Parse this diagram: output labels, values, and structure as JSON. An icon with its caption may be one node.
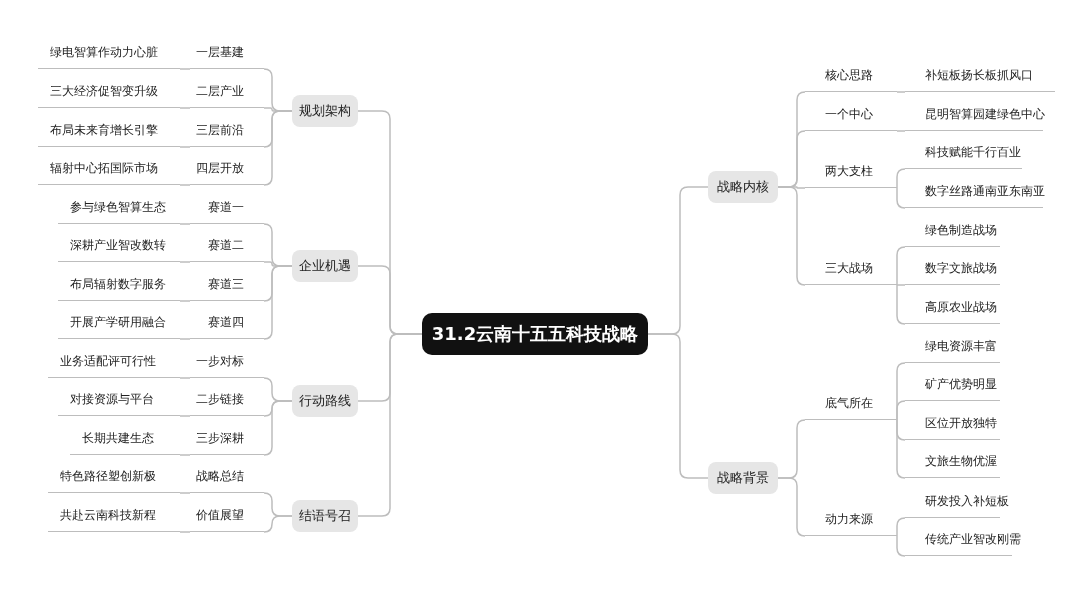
{
  "diagram": {
    "nodes": [
      {
        "text": [
          "31.2云南十五五科技战略"
        ]
      },
      {
        "text": [
          "规划架构"
        ]
      },
      {
        "text": [
          "一层基建"
        ]
      },
      {
        "text": [
          "绿电智算作动力心脏"
        ]
      },
      {
        "text": [
          "二层产业"
        ]
      },
      {
        "text": [
          "三大经济促智变升级"
        ]
      },
      {
        "text": [
          "三层前沿"
        ]
      },
      {
        "text": [
          "布局未来育增长引擎"
        ]
      },
      {
        "text": [
          "四层开放"
        ]
      },
      {
        "text": [
          "辐射中心拓国际市场"
        ]
      },
      {
        "text": [
          "企业机遇"
        ]
      },
      {
        "text": [
          "赛道一"
        ]
      },
      {
        "text": [
          "参与绿色智算生态"
        ]
      },
      {
        "text": [
          "赛道二"
        ]
      },
      {
        "text": [
          "深耕产业智改数转"
        ]
      },
      {
        "text": [
          "赛道三"
        ]
      },
      {
        "text": [
          "布局辐射数字服务"
        ]
      },
      {
        "text": [
          "赛道四"
        ]
      },
      {
        "text": [
          "开展产学研用融合"
        ]
      },
      {
        "text": [
          "行动路线"
        ]
      },
      {
        "text": [
          "一步对标"
        ]
      },
      {
        "text": [
          "业务适配评可行性"
        ]
      },
      {
        "text": [
          "二步链接"
        ]
      },
      {
        "text": [
          "对接资源与平台"
        ]
      },
      {
        "text": [
          "三步深耕"
        ]
      },
      {
        "text": [
          "长期共建生态"
        ]
      },
      {
        "text": [
          "结语号召"
        ]
      },
      {
        "text": [
          "战略总结"
        ]
      },
      {
        "text": [
          "特色路径塑创新极"
        ]
      },
      {
        "text": [
          "价值展望"
        ]
      },
      {
        "text": [
          "共赴云南科技新程"
        ]
      },
      {
        "text": [
          "战略内核"
        ]
      },
      {
        "text": [
          "核心思路"
        ]
      },
      {
        "text": [
          "补短板扬长板抓风口"
        ]
      },
      {
        "text": [
          "一个中心"
        ]
      },
      {
        "text": [
          "昆明智算园建绿色中心"
        ]
      },
      {
        "text": [
          "两大支柱"
        ]
      },
      {
        "text": [
          "科技赋能千行百业"
        ]
      },
      {
        "text": [
          "数字丝路通南亚东南亚"
        ]
      },
      {
        "text": [
          "三大战场"
        ]
      },
      {
        "text": [
          "绿色制造战场"
        ]
      },
      {
        "text": [
          "数字文旅战场"
        ]
      },
      {
        "text": [
          "高原农业战场"
        ]
      },
      {
        "text": [
          "战略背景"
        ]
      },
      {
        "text": [
          "底气所在"
        ]
      },
      {
        "text": [
          "绿电资源丰富"
        ]
      },
      {
        "text": [
          "矿产优势明显"
        ]
      },
      {
        "text": [
          "区位开放独特"
        ]
      },
      {
        "text": [
          "文旅生物优渥"
        ]
      },
      {
        "text": [
          "动力来源"
        ]
      },
      {
        "text": [
          "研发投入补短板"
        ]
      },
      {
        "text": [
          "传统产业智改刚需"
        ]
      }
    ],
    "edges": [
      {
        "from": 0,
        "to": 1,
        "arrow": "none"
      },
      {
        "from": 1,
        "to": 2,
        "arrow": "none"
      },
      {
        "from": 2,
        "to": 3,
        "arrow": "none"
      },
      {
        "from": 1,
        "to": 4,
        "arrow": "none"
      },
      {
        "from": 4,
        "to": 5,
        "arrow": "none"
      },
      {
        "from": 1,
        "to": 6,
        "arrow": "none"
      },
      {
        "from": 6,
        "to": 7,
        "arrow": "none"
      },
      {
        "from": 1,
        "to": 8,
        "arrow": "none"
      },
      {
        "from": 8,
        "to": 9,
        "arrow": "none"
      },
      {
        "from": 0,
        "to": 10,
        "arrow": "none"
      },
      {
        "from": 10,
        "to": 11,
        "arrow": "none"
      },
      {
        "from": 11,
        "to": 12,
        "arrow": "none"
      },
      {
        "from": 10,
        "to": 13,
        "arrow": "none"
      },
      {
        "from": 13,
        "to": 14,
        "arrow": "none"
      },
      {
        "from": 10,
        "to": 15,
        "arrow": "none"
      },
      {
        "from": 15,
        "to": 16,
        "arrow": "none"
      },
      {
        "from": 10,
        "to": 17,
        "arrow": "none"
      },
      {
        "from": 17,
        "to": 18,
        "arrow": "none"
      },
      {
        "from": 0,
        "to": 19,
        "arrow": "none"
      },
      {
        "from": 19,
        "to": 20,
        "arrow": "none"
      },
      {
        "from": 20,
        "to": 21,
        "arrow": "none"
      },
      {
        "from": 19,
        "to": 22,
        "arrow": "none"
      },
      {
        "from": 22,
        "to": 23,
        "arrow": "none"
      },
      {
        "from": 19,
        "to": 24,
        "arrow": "none"
      },
      {
        "from": 24,
        "to": 25,
        "arrow": "none"
      },
      {
        "from": 0,
        "to": 26,
        "arrow": "none"
      },
      {
        "from": 26,
        "to": 27,
        "arrow": "none"
      },
      {
        "from": 27,
        "to": 28,
        "arrow": "none"
      },
      {
        "from": 26,
        "to": 29,
        "arrow": "none"
      },
      {
        "from": 29,
        "to": 30,
        "arrow": "none"
      },
      {
        "from": 0,
        "to": 31,
        "arrow": "none"
      },
      {
        "from": 31,
        "to": 32,
        "arrow": "none"
      },
      {
        "from": 32,
        "to": 33,
        "arrow": "none"
      },
      {
        "from": 31,
        "to": 34,
        "arrow": "none"
      },
      {
        "from": 34,
        "to": 35,
        "arrow": "none"
      },
      {
        "from": 31,
        "to": 36,
        "arrow": "none"
      },
      {
        "from": 36,
        "to": 37,
        "arrow": "none"
      },
      {
        "from": 36,
        "to": 38,
        "arrow": "none"
      },
      {
        "from": 31,
        "to": 39,
        "arrow": "none"
      },
      {
        "from": 39,
        "to": 40,
        "arrow": "none"
      },
      {
        "from": 39,
        "to": 41,
        "arrow": "none"
      },
      {
        "from": 39,
        "to": 42,
        "arrow": "none"
      },
      {
        "from": 0,
        "to": 43,
        "arrow": "none"
      },
      {
        "from": 43,
        "to": 44,
        "arrow": "none"
      },
      {
        "from": 44,
        "to": 45,
        "arrow": "none"
      },
      {
        "from": 44,
        "to": 46,
        "arrow": "none"
      },
      {
        "from": 44,
        "to": 47,
        "arrow": "none"
      },
      {
        "from": 44,
        "to": 48,
        "arrow": "none"
      },
      {
        "from": 43,
        "to": 49,
        "arrow": "none"
      },
      {
        "from": 49,
        "to": 50,
        "arrow": "none"
      },
      {
        "from": 49,
        "to": 51,
        "arrow": "none"
      }
    ]
  }
}
